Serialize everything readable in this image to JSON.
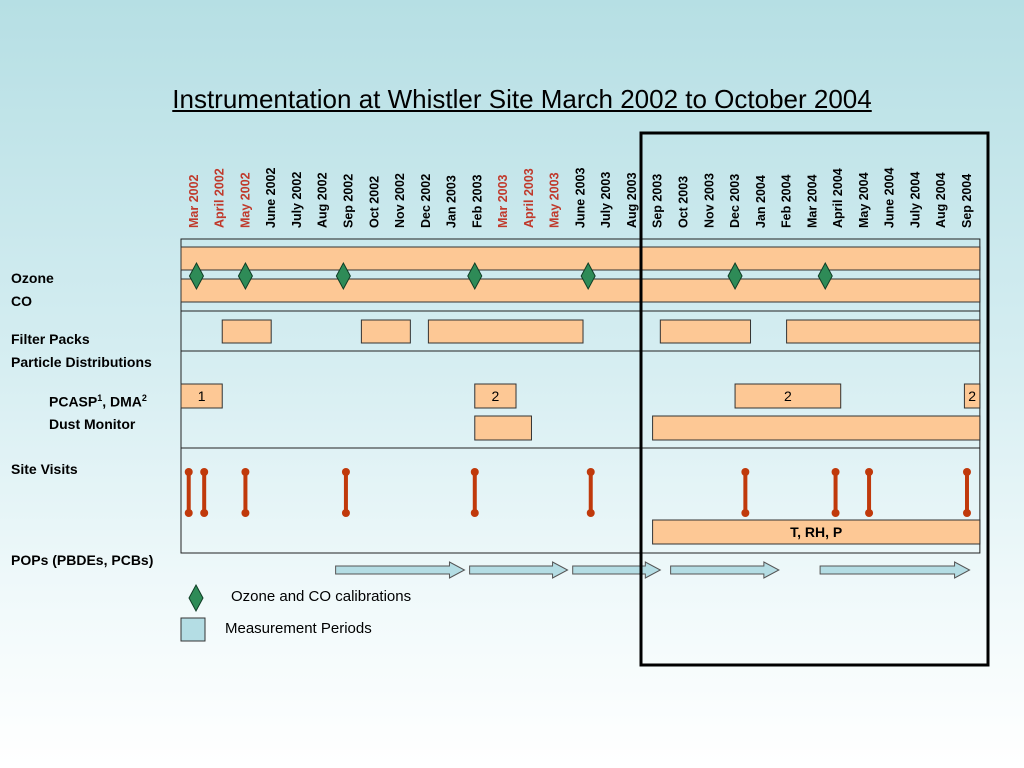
{
  "title": "Instrumentation at Whistler Site March 2002 to October 2004",
  "months": [
    {
      "label": "Mar 2002",
      "highlight": true
    },
    {
      "label": "April 2002",
      "highlight": true
    },
    {
      "label": "May 2002",
      "highlight": true
    },
    {
      "label": "June 2002",
      "highlight": false
    },
    {
      "label": "July 2002",
      "highlight": false
    },
    {
      "label": "Aug 2002",
      "highlight": false
    },
    {
      "label": "Sep 2002",
      "highlight": false
    },
    {
      "label": "Oct 2002",
      "highlight": false
    },
    {
      "label": "Nov 2002",
      "highlight": false
    },
    {
      "label": "Dec 2002",
      "highlight": false
    },
    {
      "label": "Jan 2003",
      "highlight": false
    },
    {
      "label": "Feb 2003",
      "highlight": false
    },
    {
      "label": "Mar 2003",
      "highlight": true
    },
    {
      "label": "April 2003",
      "highlight": true
    },
    {
      "label": "May 2003",
      "highlight": true
    },
    {
      "label": "June 2003",
      "highlight": false
    },
    {
      "label": "July 2003",
      "highlight": false
    },
    {
      "label": "Aug 2003",
      "highlight": false
    },
    {
      "label": "Sep 2003",
      "highlight": false
    },
    {
      "label": "Oct 2003",
      "highlight": false
    },
    {
      "label": "Nov 2003",
      "highlight": false
    },
    {
      "label": "Dec 2003",
      "highlight": false
    },
    {
      "label": "Jan 2004",
      "highlight": false
    },
    {
      "label": "Feb 2004",
      "highlight": false
    },
    {
      "label": "Mar 2004",
      "highlight": false
    },
    {
      "label": "April 2004",
      "highlight": false
    },
    {
      "label": "May 2004",
      "highlight": false
    },
    {
      "label": "June 2004",
      "highlight": false
    },
    {
      "label": "July 2004",
      "highlight": false
    },
    {
      "label": "Aug 2004",
      "highlight": false
    },
    {
      "label": "Sep 2004",
      "highlight": false
    }
  ],
  "labels": {
    "ozone": "Ozone",
    "co": "CO",
    "filter_packs": "Filter Packs",
    "particle_distributions": "Particle Distributions",
    "pcasp": "PCASP",
    "pcasp_sup": "1",
    "dma": ", DMA",
    "dma_sup": "2",
    "dust_monitor": "Dust Monitor",
    "site_visits": "Site Visits",
    "pops": "POPs (PBDEs, PCBs)"
  },
  "measurement_periods": {
    "ozone": [
      {
        "start": 0,
        "end": 31
      }
    ],
    "co": [
      {
        "start": 0,
        "end": 31
      }
    ],
    "filter_packs": [
      {
        "start": 1.6,
        "end": 3.5
      },
      {
        "start": 7,
        "end": 8.9
      },
      {
        "start": 9.6,
        "end": 15.6
      },
      {
        "start": 18.6,
        "end": 22.1
      },
      {
        "start": 23.5,
        "end": 31
      }
    ],
    "pcasp_dma": [
      {
        "start": 0,
        "end": 1.6,
        "label": "1"
      },
      {
        "start": 11.4,
        "end": 13,
        "label": "2"
      },
      {
        "start": 21.5,
        "end": 25.6,
        "label": "2"
      },
      {
        "start": 30.4,
        "end": 31,
        "label": "2"
      }
    ],
    "dust_monitor": [
      {
        "start": 11.4,
        "end": 13.6
      },
      {
        "start": 18.3,
        "end": 31
      }
    ],
    "met": [
      {
        "start": 18.3,
        "end": 31,
        "label": "T, RH, P"
      }
    ]
  },
  "calibrations": [
    0.6,
    2.5,
    6.3,
    11.4,
    15.8,
    21.5,
    25
  ],
  "site_visits": [
    0.3,
    0.9,
    2.5,
    6.4,
    11.4,
    15.9,
    21.9,
    25.4,
    26.7,
    30.5
  ],
  "pops_arrows": [
    {
      "start": 6,
      "end": 11
    },
    {
      "start": 11.2,
      "end": 15
    },
    {
      "start": 15.2,
      "end": 18.6
    },
    {
      "start": 19,
      "end": 23.2
    },
    {
      "start": 24.8,
      "end": 30.6
    }
  ],
  "legend": {
    "calibrations": "Ozone and CO calibrations",
    "measurement_periods": "Measurement Periods"
  },
  "colors": {
    "bar_fill": "#fdc895",
    "diamond": "#2e8b57",
    "visit": "#c0390b",
    "month_highlight": "#c0392b",
    "arrow_fill": "#b4dde4",
    "legend_box": "#b4dde4"
  }
}
